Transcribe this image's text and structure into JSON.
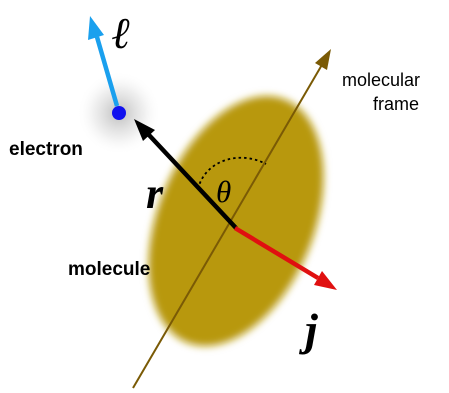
{
  "labels": {
    "ell": "ℓ",
    "molecular_frame_line1": "molecular",
    "molecular_frame_line2": "frame",
    "electron": "electron",
    "r": "r",
    "theta": "θ",
    "molecule": "molecule",
    "j": "j"
  },
  "colors": {
    "molecule_fill": "#b8980a",
    "frame_axis": "#7a5a05",
    "electron_dot": "#1111ee",
    "ell_arrow": "#1aa0ee",
    "r_vector": "#000000",
    "j_arrow": "#e01010",
    "angle_arc": "#000000",
    "text": "#000000"
  },
  "icons": {
    "frame_axis_head": "arrowhead-icon",
    "ell_head": "arrowhead-icon",
    "r_head": "arrowhead-icon",
    "j_head": "arrowhead-icon"
  }
}
